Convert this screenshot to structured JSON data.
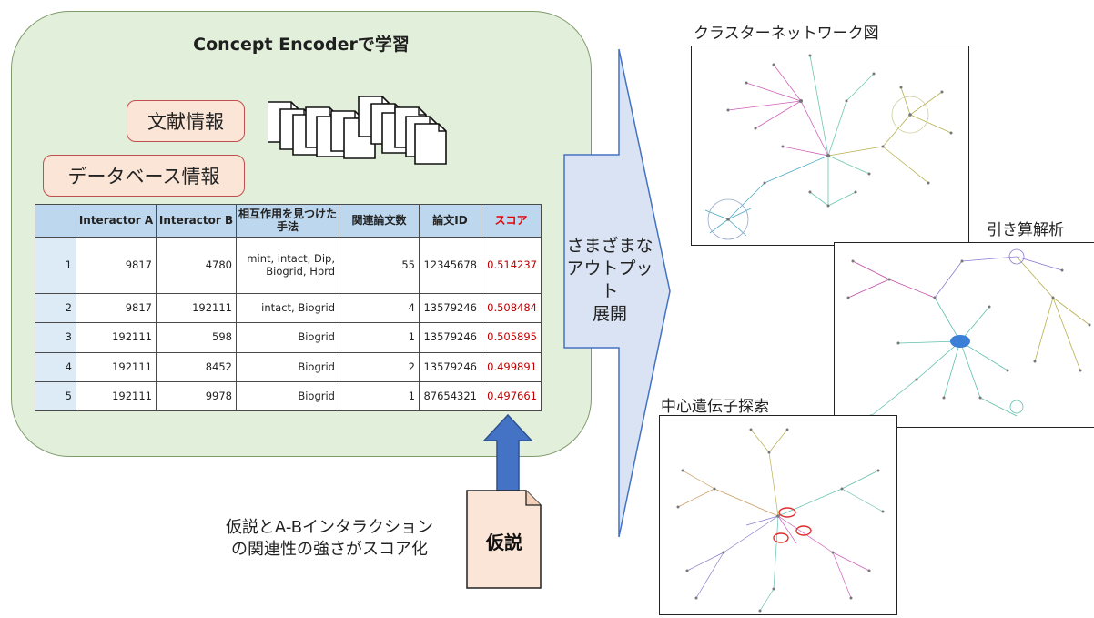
{
  "encoder": {
    "title": "Concept Encoderで学習",
    "literature_label": "文献情報",
    "database_label": "データベース情報"
  },
  "table": {
    "headers": [
      "",
      "Interactor A",
      "Interactor B",
      "相互作用を見つけた手法",
      "関連論文数",
      "論文ID",
      "スコア"
    ],
    "rows": [
      {
        "idx": "1",
        "a": "9817",
        "b": "4780",
        "method": "mint, intact, Dip, Biogrid, Hprd",
        "papers": "55",
        "paper_id": "12345678",
        "score": "0.514237"
      },
      {
        "idx": "2",
        "a": "9817",
        "b": "192111",
        "method": "intact, Biogrid",
        "papers": "4",
        "paper_id": "13579246",
        "score": "0.508484"
      },
      {
        "idx": "3",
        "a": "192111",
        "b": "598",
        "method": "Biogrid",
        "papers": "1",
        "paper_id": "13579246",
        "score": "0.505895"
      },
      {
        "idx": "4",
        "a": "192111",
        "b": "8452",
        "method": "Biogrid",
        "papers": "2",
        "paper_id": "13579246",
        "score": "0.499891"
      },
      {
        "idx": "5",
        "a": "192111",
        "b": "9978",
        "method": "Biogrid",
        "papers": "1",
        "paper_id": "87654321",
        "score": "0.497661"
      }
    ]
  },
  "hypothesis": {
    "doc_label": "仮説",
    "caption_line1": "仮説とA-Bインタラクション",
    "caption_line2": "の関連性の強さがスコア化"
  },
  "arrow": {
    "line1": "さまざまな",
    "line2": "アウトプット",
    "line3": "展開"
  },
  "outputs": {
    "cluster_title": "クラスターネットワーク図",
    "subtraction_title": "引き算解析",
    "central_title": "中心遺伝子探索"
  },
  "colors": {
    "encoder_bg": "#e2efda",
    "label_bg": "#fbe5d6",
    "label_border": "#c0504d",
    "table_header": "#bdd7ee",
    "score_red": "#c00000",
    "arrow_fill": "#dae3f3",
    "up_arrow": "#4472c4"
  }
}
